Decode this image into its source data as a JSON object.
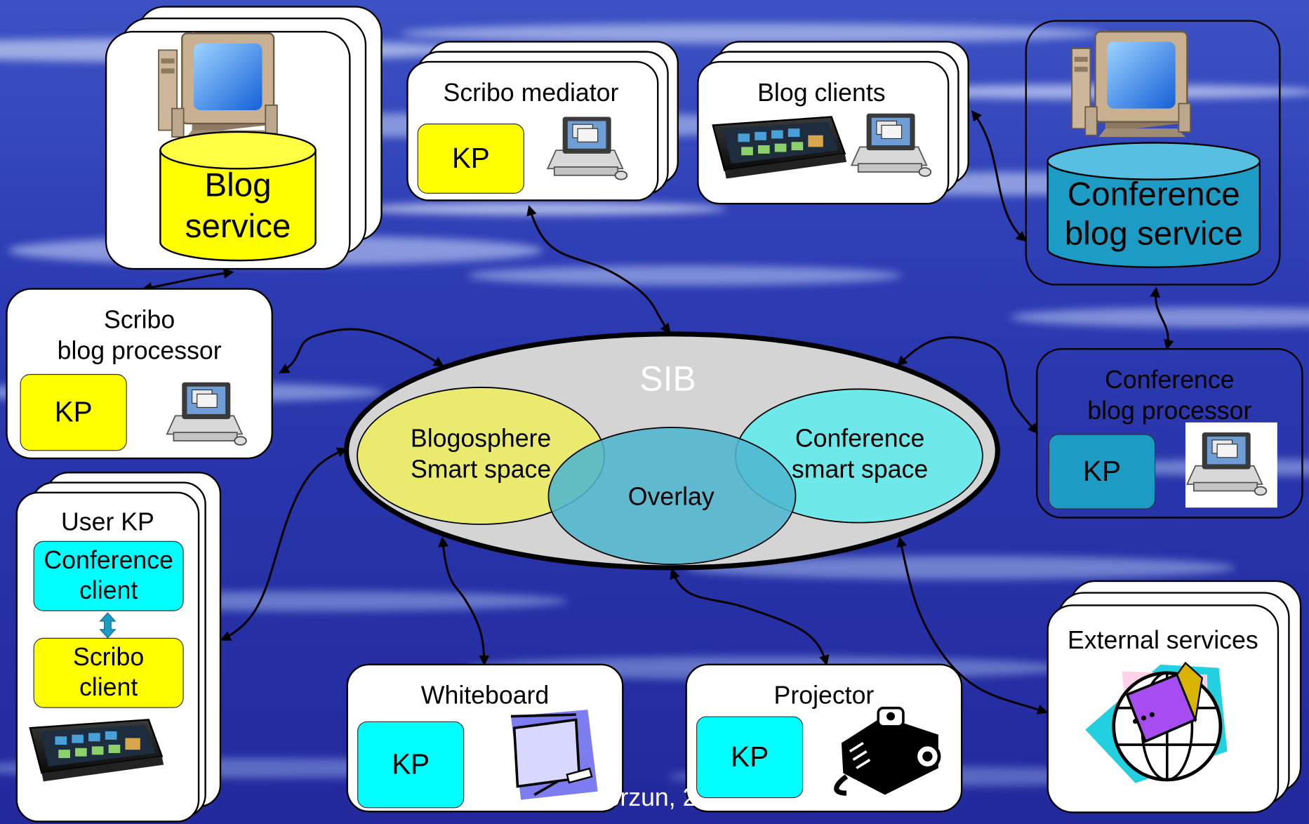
{
  "diagram": {
    "sib": "SIB",
    "blogosphere": "Blogosphere\nSmart space",
    "conference_space": "Conference\nsmart space",
    "overlay": "Overlay",
    "blog_service": "Blog\nservice",
    "scribo_mediator": "Scribo mediator",
    "blog_clients": "Blog clients",
    "conference_blog_service": "Conference\nblog service",
    "scribo_blog_processor": "Scribo\nblog processor",
    "conference_blog_processor": "Conference\nblog processor",
    "user_kp": "User KP",
    "conference_client": "Conference\nclient",
    "scribo_client": "Scribo\nclient",
    "whiteboard": "Whiteboard",
    "projector": "Projector",
    "external_services": "External services",
    "kp": "KP",
    "footer_partial": "orzun, 2"
  },
  "colors": {
    "kp_yellow": "#ffff00",
    "kp_cyan": "#00ffff",
    "kp_blue": "#1c9cc4",
    "blogosphere": "#eaea6e",
    "conference_space": "#6fe8ea",
    "overlay": "#4fb6cf",
    "sib": "#d4d4d4"
  }
}
